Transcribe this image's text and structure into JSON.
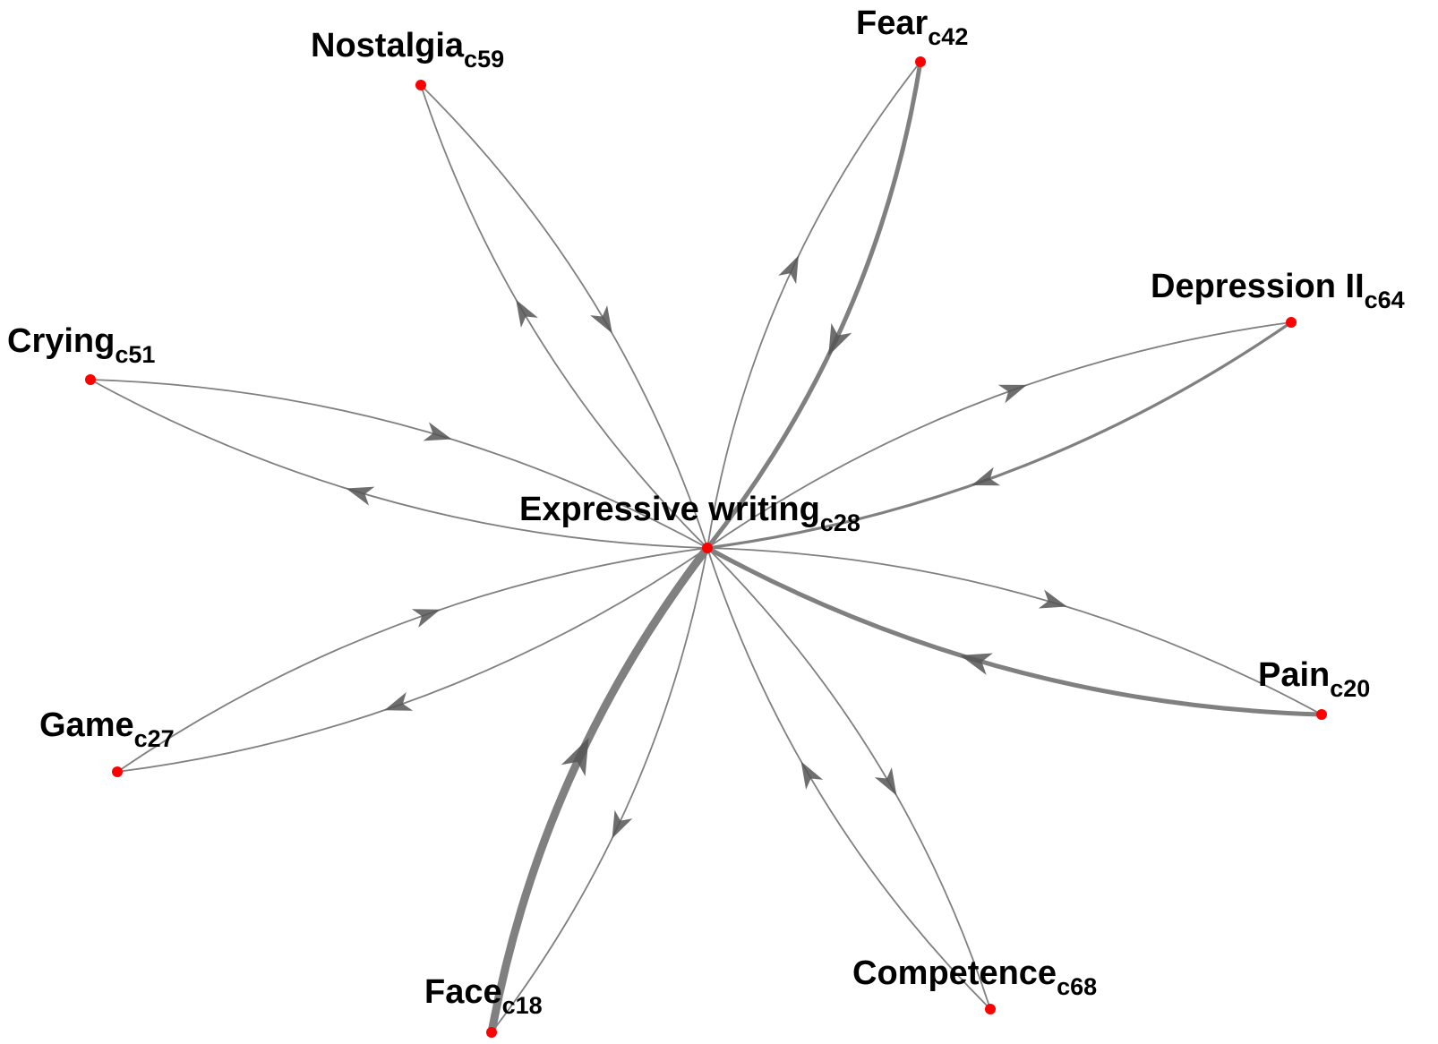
{
  "diagram": {
    "center": {
      "id": "c28",
      "label": "Expressive writing",
      "sub": "c28"
    },
    "nodes": [
      {
        "id": "c42",
        "label": "Fear",
        "sub": "c42"
      },
      {
        "id": "c59",
        "label": "Nostalgia",
        "sub": "c59"
      },
      {
        "id": "c64",
        "label": "Depression II",
        "sub": "c64"
      },
      {
        "id": "c51",
        "label": "Crying",
        "sub": "c51"
      },
      {
        "id": "c27",
        "label": "Game",
        "sub": "c27"
      },
      {
        "id": "c20",
        "label": "Pain",
        "sub": "c20"
      },
      {
        "id": "c18",
        "label": "Face",
        "sub": "c18"
      },
      {
        "id": "c68",
        "label": "Competence",
        "sub": "c68"
      }
    ],
    "edges": [
      {
        "from": "c42",
        "to": "c28",
        "weight": "heavy"
      },
      {
        "from": "c28",
        "to": "c42",
        "weight": "normal"
      },
      {
        "from": "c59",
        "to": "c28",
        "weight": "normal"
      },
      {
        "from": "c28",
        "to": "c59",
        "weight": "normal"
      },
      {
        "from": "c64",
        "to": "c28",
        "weight": "medium"
      },
      {
        "from": "c28",
        "to": "c64",
        "weight": "normal"
      },
      {
        "from": "c51",
        "to": "c28",
        "weight": "normal"
      },
      {
        "from": "c28",
        "to": "c51",
        "weight": "normal"
      },
      {
        "from": "c28",
        "to": "c27",
        "weight": "normal"
      },
      {
        "from": "c27",
        "to": "c28",
        "weight": "normal"
      },
      {
        "from": "c20",
        "to": "c28",
        "weight": "heavy"
      },
      {
        "from": "c28",
        "to": "c20",
        "weight": "normal"
      },
      {
        "from": "c18",
        "to": "c28",
        "weight": "heaviest"
      },
      {
        "from": "c28",
        "to": "c18",
        "weight": "normal"
      },
      {
        "from": "c28",
        "to": "c68",
        "weight": "normal"
      },
      {
        "from": "c68",
        "to": "c28",
        "weight": "normal"
      }
    ],
    "colors": {
      "node": "#ff0000",
      "edge": "#808080",
      "arrow": "#555555",
      "label": "#000000"
    }
  }
}
